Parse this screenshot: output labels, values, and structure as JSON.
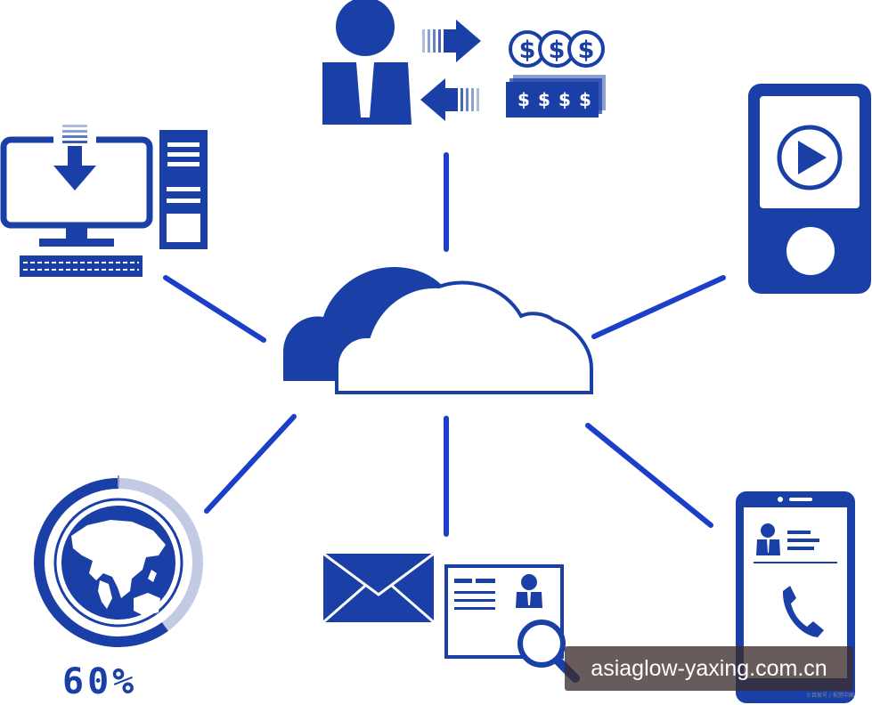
{
  "colors": {
    "primary": "#1a3fa6",
    "line": "#1b3fc9",
    "background": "#ffffff",
    "watermark_bg": "#3c2d2d"
  },
  "center": {
    "icon": "cloud-icon"
  },
  "nodes": [
    {
      "id": "user-payment",
      "icon": "user-money-exchange-icon",
      "coin_symbols": [
        "$",
        "$",
        "$"
      ],
      "banknote_symbols": [
        "$",
        "$",
        "$",
        "$"
      ]
    },
    {
      "id": "desktop",
      "icon": "desktop-download-icon"
    },
    {
      "id": "media-device",
      "icon": "media-player-icon"
    },
    {
      "id": "globe",
      "icon": "globe-progress-icon",
      "progress_label": "60%",
      "progress_fraction": 0.6
    },
    {
      "id": "mail-contact",
      "icon": "mail-contact-search-icon"
    },
    {
      "id": "smartphone",
      "icon": "phone-contact-call-icon"
    }
  ],
  "watermark": {
    "text": "asiaglow-yaxing.com.cn",
    "credit": "©百家号 / 视觉中国"
  }
}
